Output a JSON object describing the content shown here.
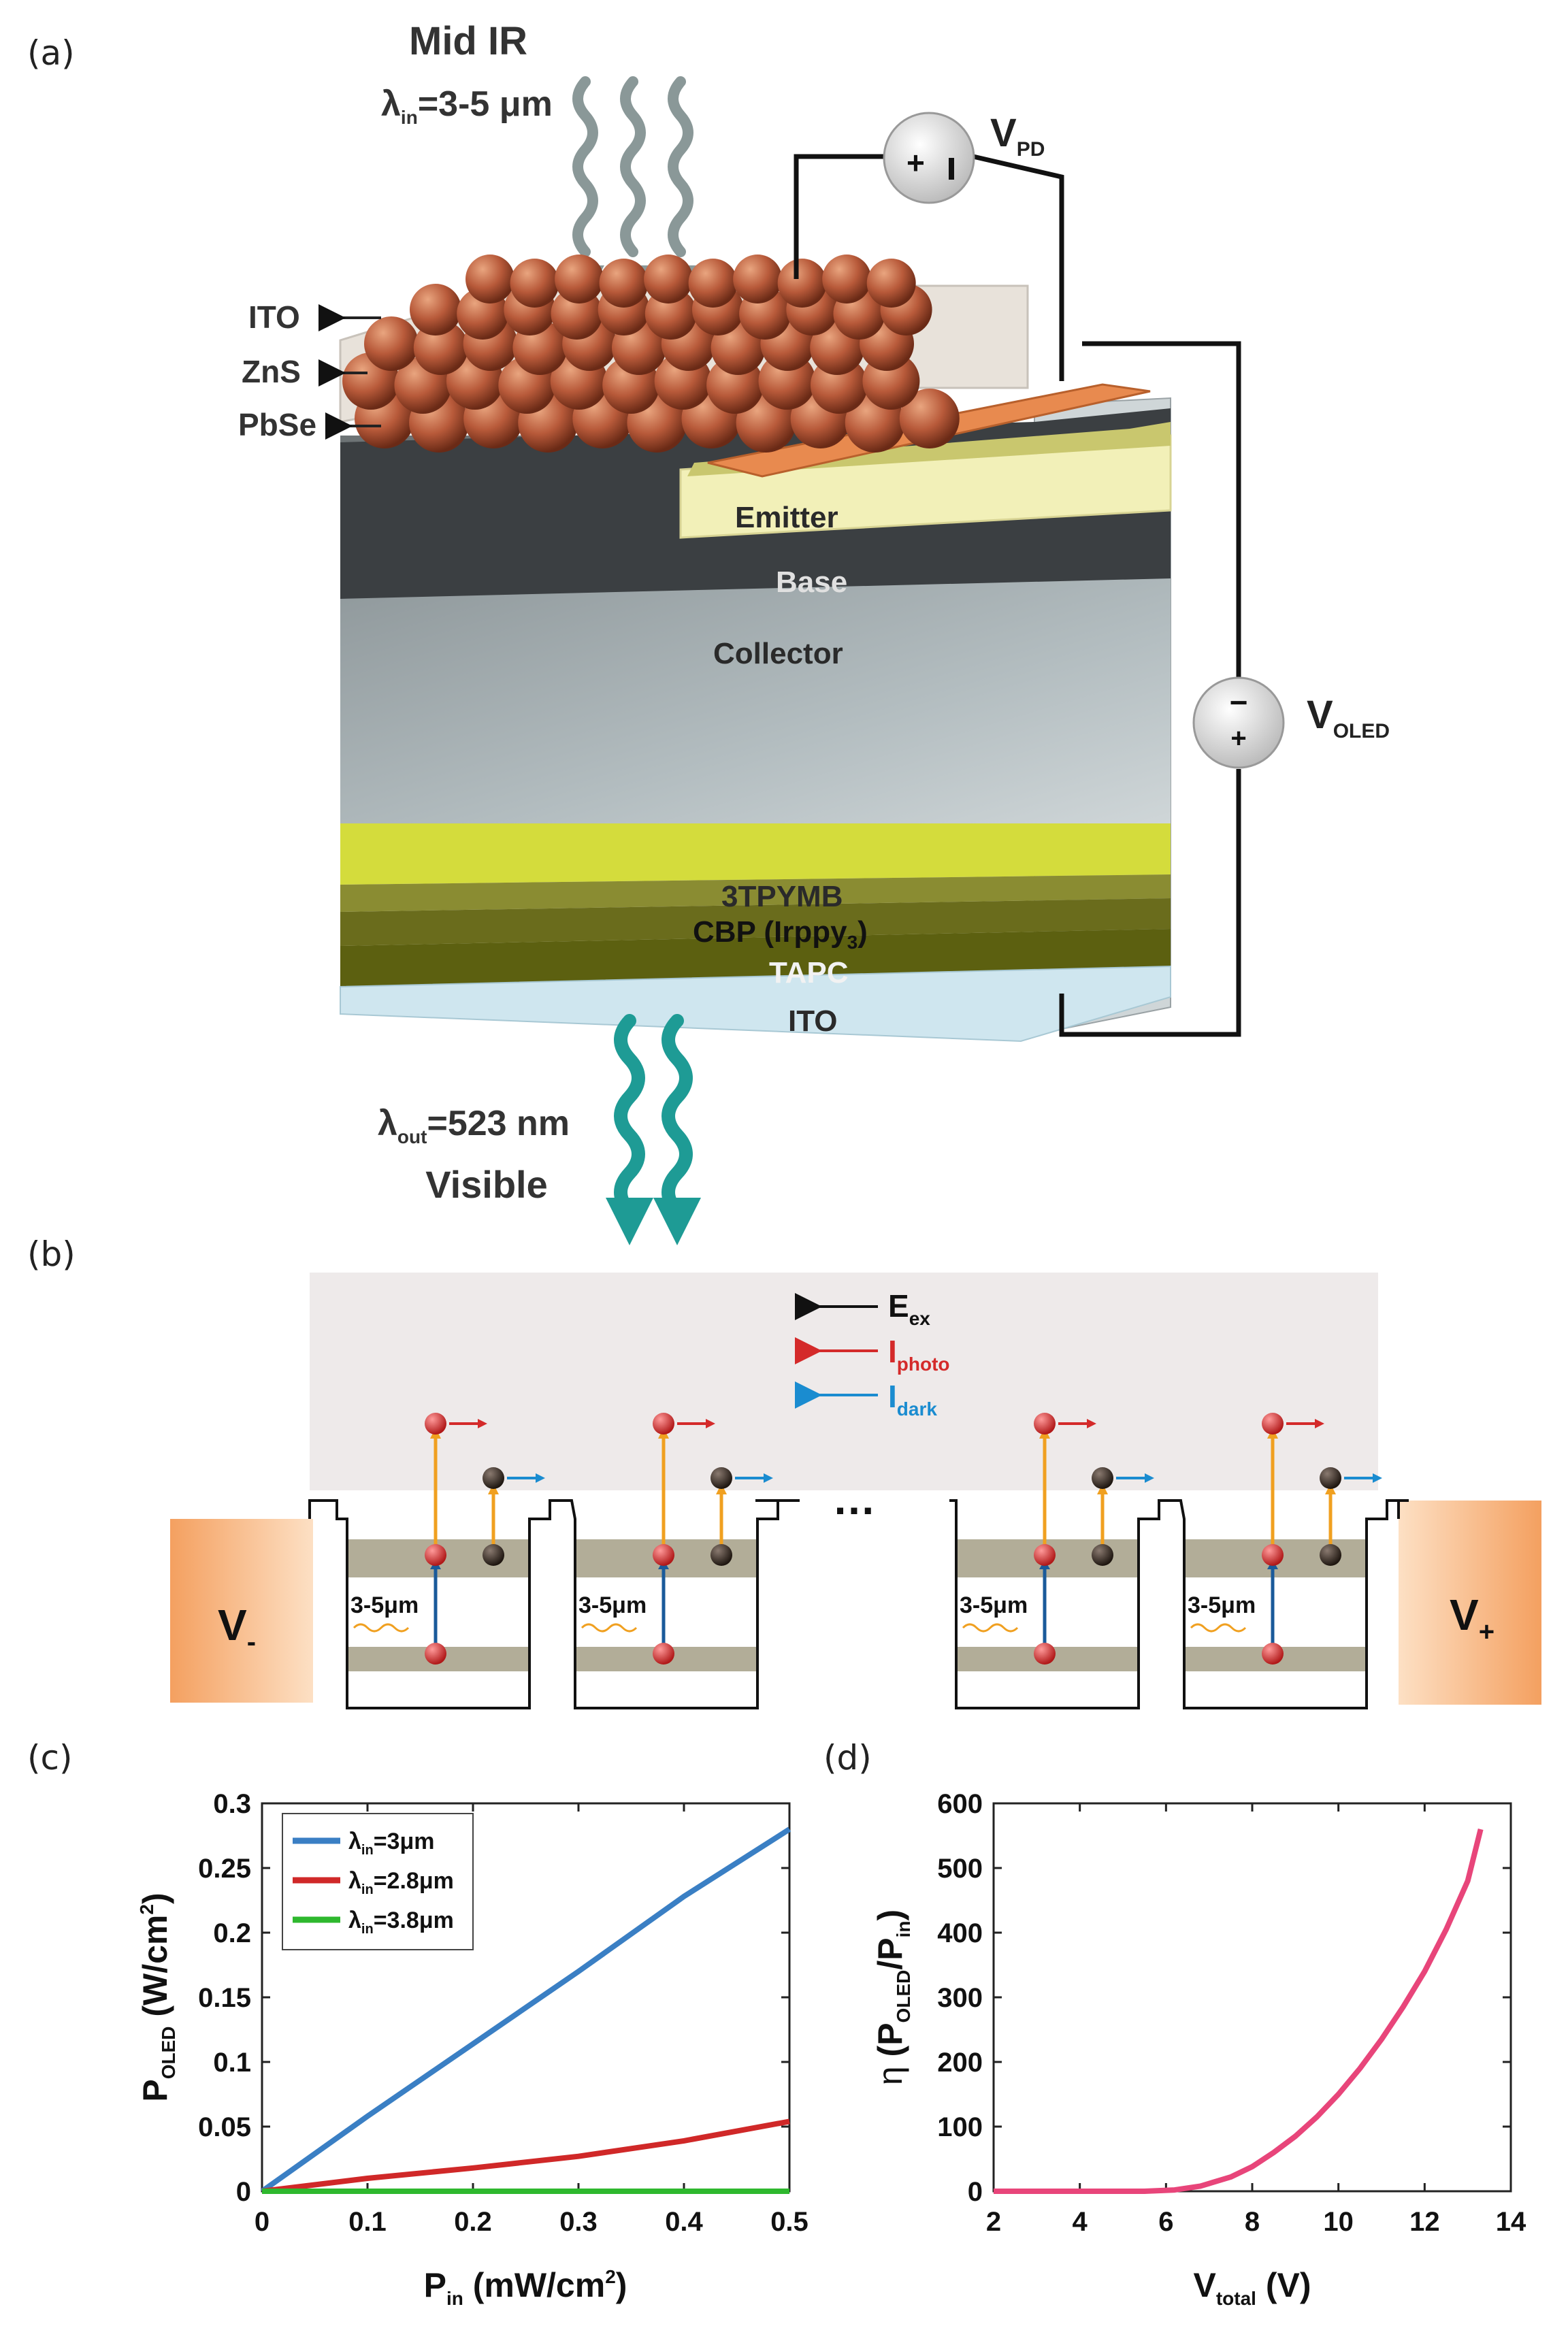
{
  "panels": {
    "a": "(a)",
    "b": "(b)",
    "c": "(c)",
    "d": "(d)"
  },
  "panel_a": {
    "input_title": "Mid IR",
    "input_lambda_sym": "λ",
    "input_lambda_sub": "in",
    "input_lambda_val": "=3-5 μm",
    "vpd_main": "V",
    "vpd_sub": "PD",
    "voled_main": "V",
    "voled_sub": "OLED",
    "plus": "+",
    "minus": "−",
    "layer_ito_top": "ITO",
    "layer_zns": "ZnS",
    "layer_pbse": "PbSe",
    "emitter": "Emitter",
    "base": "Base",
    "collector": "Collector",
    "l_3tpymb": "3TPYMB",
    "l_cbp": "CBP (Irppy",
    "l_cbp_sub": "3",
    "l_cbp_end": ")",
    "l_tapc": "TAPC",
    "l_ito_bottom": "ITO",
    "output_lambda_sym": "λ",
    "output_lambda_sub": "out",
    "output_lambda_val": "=523 nm",
    "output_title": "Visible",
    "colors": {
      "qd": "#b85a3a",
      "emitter": "#f2f0b8",
      "base": "#3b3f42",
      "collector": "#a4adb0",
      "l_3tpymb": "#d4dc3c",
      "l_cbp": "#6a6c1c",
      "l_tapc": "#5c6010",
      "ito": "#cfe6ef",
      "contact": "#e88a4f",
      "ir_arrow": "#8a9898",
      "vis_arrow": "#1e9b95"
    }
  },
  "panel_b": {
    "legend_e": "E",
    "legend_e_sub": "ex",
    "legend_photo": "I",
    "legend_photo_sub": "photo",
    "legend_dark": "I",
    "legend_dark_sub": "dark",
    "ellipsis": "…",
    "wavelength": "3-5μm",
    "v_minus": "V",
    "v_minus_sub": "-",
    "v_plus": "V",
    "v_plus_sub": "+",
    "colors": {
      "photo": "#d42a2a",
      "dark": "#1a8cd0",
      "band": "#b2ad98",
      "contact": "#f4a060"
    }
  },
  "chart_data": [
    {
      "type": "line",
      "panel": "c",
      "xlabel_main": "P",
      "xlabel_sub": "in",
      "xlabel_unit": "(mW/cm",
      "xlabel_sup": "2",
      "xlabel_end": ")",
      "ylabel_main": "P",
      "ylabel_sub": "OLED",
      "ylabel_unit": "(W/cm",
      "ylabel_sup": "2",
      "ylabel_end": ")",
      "xlim": [
        0,
        0.5
      ],
      "ylim": [
        0,
        0.3
      ],
      "xticks": [
        "0",
        "0.1",
        "0.2",
        "0.3",
        "0.4",
        "0.5"
      ],
      "yticks": [
        "0",
        "0.05",
        "0.1",
        "0.15",
        "0.2",
        "0.25",
        "0.3"
      ],
      "legend_position": "top-left",
      "series": [
        {
          "name_sym": "λ",
          "name_sub": "in",
          "name_val": "=3μm",
          "color": "#3a7fc4",
          "x": [
            0,
            0.1,
            0.2,
            0.3,
            0.4,
            0.5
          ],
          "y": [
            0,
            0.058,
            0.114,
            0.17,
            0.228,
            0.28
          ]
        },
        {
          "name_sym": "λ",
          "name_sub": "in",
          "name_val": "=2.8μm",
          "color": "#d02828",
          "x": [
            0,
            0.1,
            0.2,
            0.3,
            0.4,
            0.5
          ],
          "y": [
            0,
            0.01,
            0.018,
            0.027,
            0.039,
            0.054
          ]
        },
        {
          "name_sym": "λ",
          "name_sub": "in",
          "name_val": "=3.8μm",
          "color": "#2eb82e",
          "x": [
            0,
            0.1,
            0.2,
            0.3,
            0.4,
            0.5
          ],
          "y": [
            0,
            0,
            0,
            0,
            0,
            0
          ]
        }
      ]
    },
    {
      "type": "line",
      "panel": "d",
      "xlabel_main": "V",
      "xlabel_sub": "total",
      "xlabel_unit": "(V)",
      "ylabel_sym": "η",
      "ylabel_open": "(P",
      "ylabel_sub1": "OLED",
      "ylabel_mid": "/P",
      "ylabel_sub2": "in",
      "ylabel_end": ")",
      "xlim": [
        2,
        14
      ],
      "ylim": [
        0,
        600
      ],
      "xticks": [
        "2",
        "4",
        "6",
        "8",
        "10",
        "12",
        "14"
      ],
      "yticks": [
        "0",
        "100",
        "200",
        "300",
        "400",
        "500",
        "600"
      ],
      "series": [
        {
          "color": "#e8457a",
          "x": [
            2,
            4,
            5.5,
            6.2,
            6.8,
            7.5,
            8,
            8.5,
            9,
            9.5,
            10,
            10.5,
            11,
            11.5,
            12,
            12.5,
            13,
            13.3
          ],
          "y": [
            0,
            0,
            0,
            2,
            8,
            22,
            38,
            60,
            85,
            115,
            150,
            190,
            235,
            285,
            340,
            405,
            480,
            560
          ]
        }
      ]
    }
  ]
}
